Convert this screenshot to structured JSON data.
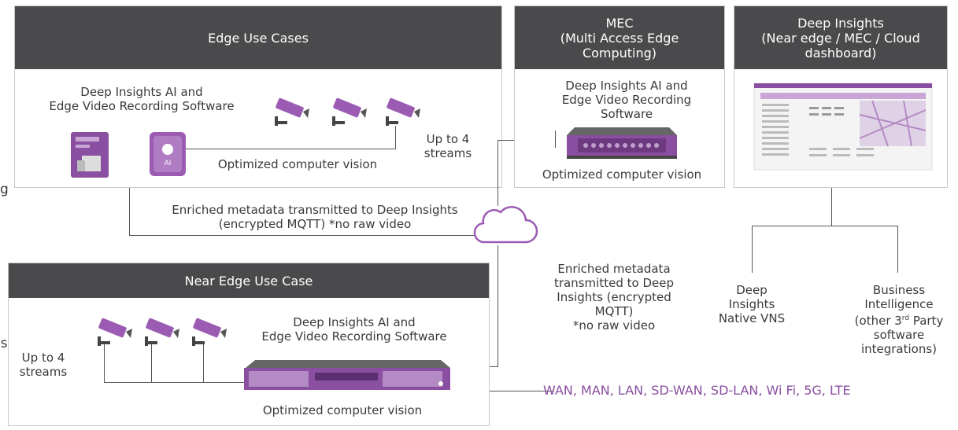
{
  "edge": {
    "title": "Edge Use Cases",
    "software": "Deep Insights AI and\nEdge Video Recording Software",
    "streams": "Up to 4\nstreams",
    "cv": "Optimized computer vision",
    "device_label": "AI"
  },
  "mec": {
    "title": "MEC\n(Multi Access Edge\nComputing)",
    "software": "Deep Insights AI and\nEdge Video Recording\nSoftware",
    "cv": "Optimized computer vision"
  },
  "insights": {
    "title": "Deep Insights\n(Near edge / MEC / Cloud\ndashboard)"
  },
  "near_edge": {
    "title": "Near Edge Use Case",
    "software": "Deep Insights AI and\nEdge Video Recording Software",
    "streams": "Up to 4\nstreams",
    "cv": "Optimized computer vision"
  },
  "metadata_top": "Enriched metadata transmitted to Deep Insights\n(encrypted MQTT) *no raw video",
  "metadata_right": "Enriched metadata\ntransmitted to Deep\nInsights (encrypted\nMQTT)\n*no raw video",
  "native_vns": "Deep\nInsights\nNative VNS",
  "bi": {
    "line1": "Business\nIntelligence",
    "line2_pre": "(other 3",
    "line2_sup": "rd",
    "line2_post": " Party",
    "line3": "software\nintegrations)"
  },
  "networks": "WAN, MAN, LAN, SD-WAN, SD-LAN, Wi Fi, 5G, LTE",
  "cut_left_1": "g",
  "cut_left_2": "s",
  "colors": {
    "header": "#4a4a4c",
    "accent": "#8a4fa0",
    "line": "#555555"
  },
  "icons": [
    "camera-icon",
    "cloud-icon",
    "server-rack-icon",
    "edge-device-icon",
    "dashboard-screen-icon"
  ]
}
